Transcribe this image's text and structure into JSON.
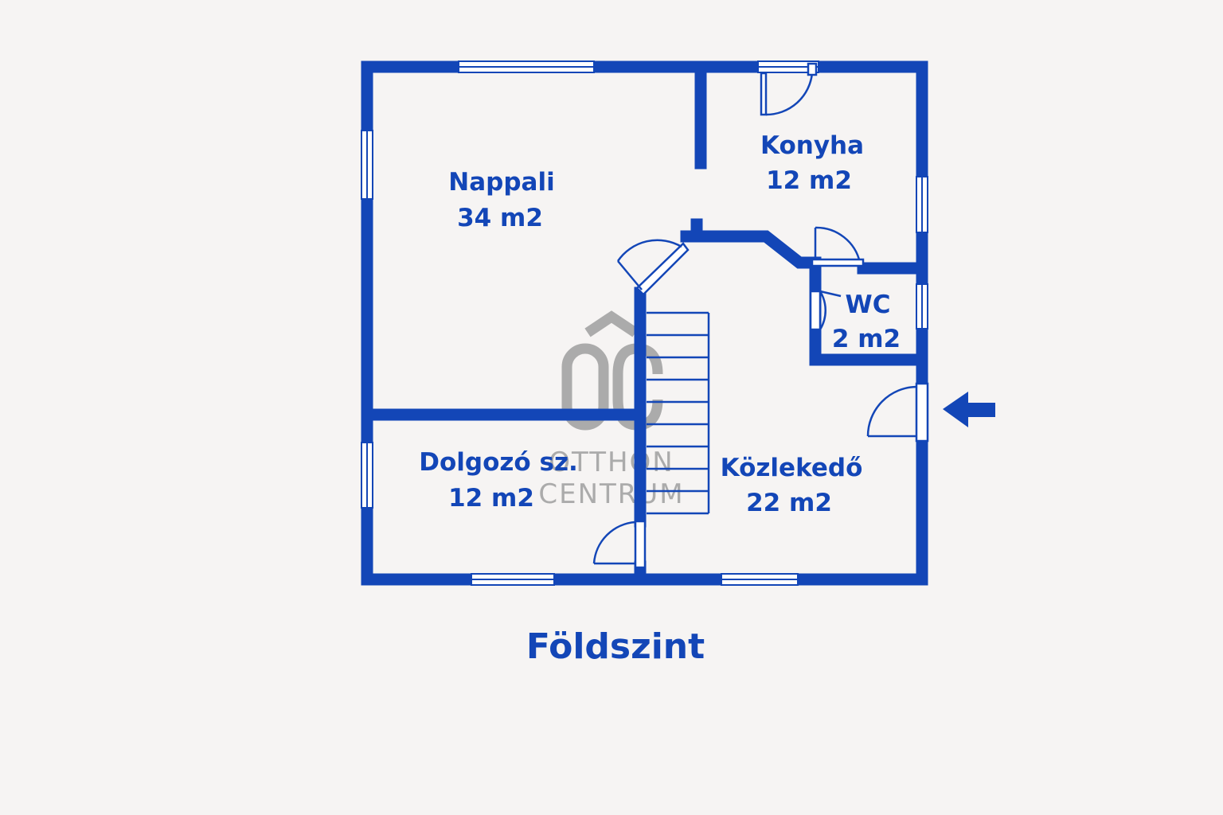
{
  "accent_color": "#1346b7",
  "watermark": {
    "logo": "OC",
    "line1": "OTTHON",
    "line2": "CENTRUM"
  },
  "rooms": {
    "nappali": {
      "name": "Nappali",
      "area": "34 m2"
    },
    "konyha": {
      "name": "Konyha",
      "area": "12 m2"
    },
    "wc": {
      "name": "WC",
      "area": "2 m2"
    },
    "dolgozo": {
      "name": "Dolgozó sz.",
      "area": "12 m2"
    },
    "kozlekedo": {
      "name": "Közlekedő",
      "area": "22 m2"
    }
  },
  "entrance_icon": "arrow-left-icon",
  "floor_title": "Földszint"
}
